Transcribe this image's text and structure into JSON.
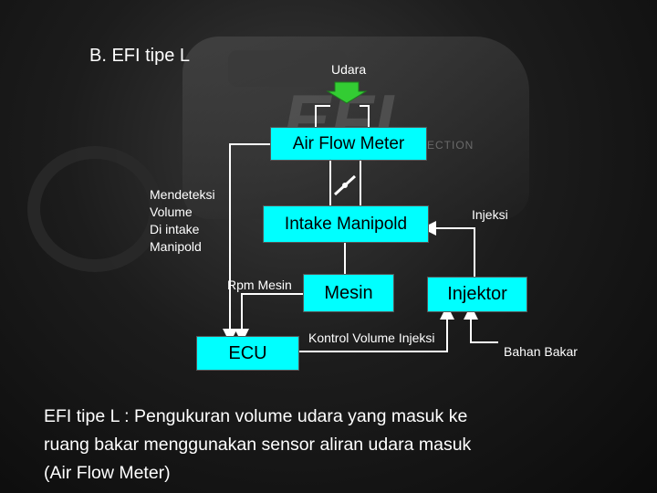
{
  "slide": {
    "title": "B. EFI tipe L",
    "labels": {
      "udara": "Udara",
      "mendeteksi": [
        "Mendeteksi",
        "Volume",
        "Di intake",
        "Manipold"
      ],
      "rpm": "Rpm Mesin",
      "injeksi": "Injeksi",
      "kontrol": "Kontrol Volume Injeksi",
      "bahan_bakar": "Bahan Bakar"
    },
    "boxes": {
      "air_flow_meter": "Air Flow Meter",
      "intake_manipold": "Intake Manipold",
      "mesin": "Mesin",
      "injektor": "Injektor",
      "ecu": "ECU"
    },
    "description": [
      "EFI tipe L : Pengukuran volume udara yang masuk ke",
      "ruang bakar menggunakan sensor aliran udara masuk",
      "(Air Flow Meter)"
    ],
    "background_text": [
      "EFI",
      "ECTION"
    ],
    "colors": {
      "box_fill": "#00ffff",
      "arrow_green": "#33cc33",
      "text": "#ffffff"
    }
  }
}
